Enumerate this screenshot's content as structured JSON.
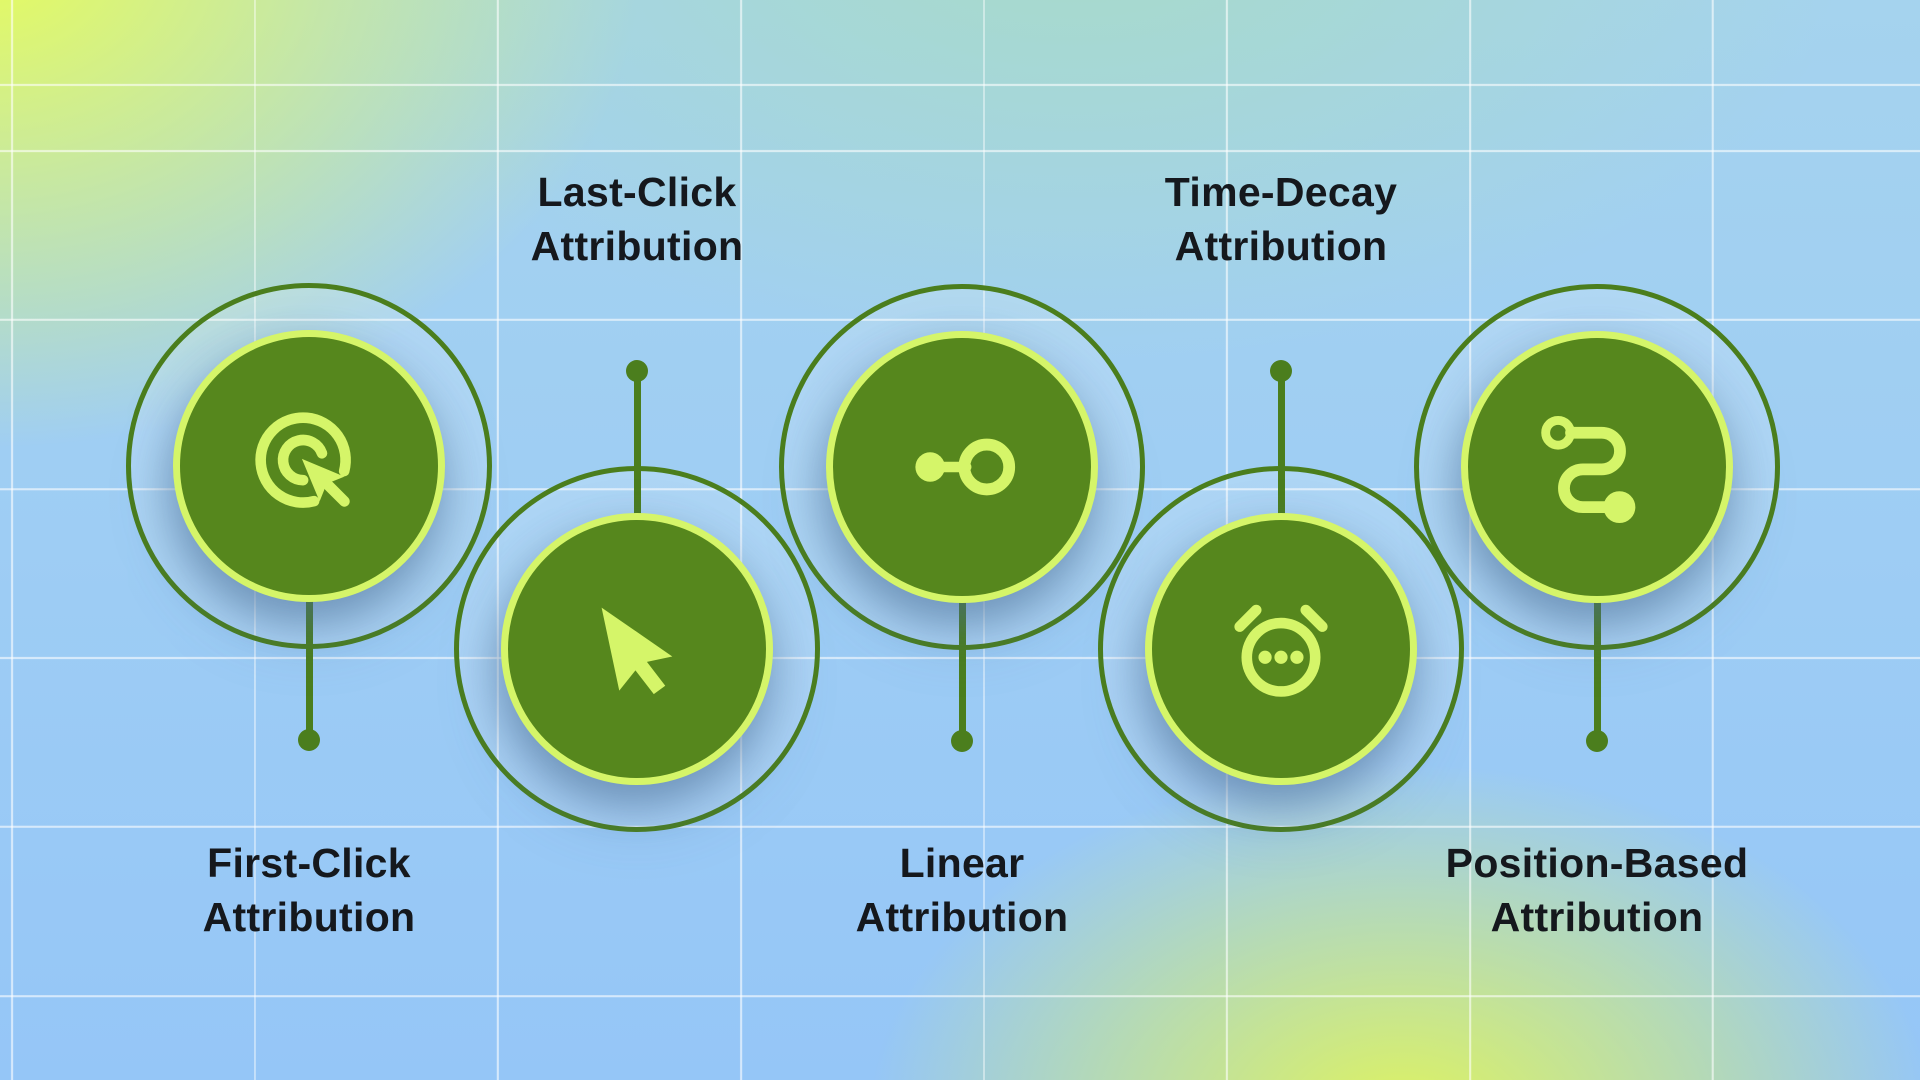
{
  "theme": {
    "disc-green": "#56871d",
    "lime": "#d5f569",
    "ring-green": "#4b7e1d",
    "text-dark": "#15181d"
  },
  "diagram": {
    "items": [
      {
        "label": "First-Click\nAttribution",
        "icon": "cursor-click-target-icon",
        "label_position": "below"
      },
      {
        "label": "Last-Click\nAttribution",
        "icon": "cursor-arrow-icon",
        "label_position": "above"
      },
      {
        "label": "Linear\nAttribution",
        "icon": "dot-link-circle-icon",
        "label_position": "below"
      },
      {
        "label": "Time-Decay\nAttribution",
        "icon": "alarm-clock-icon",
        "label_position": "above"
      },
      {
        "label": "Position-Based\nAttribution",
        "icon": "route-path-icon",
        "label_position": "below"
      }
    ]
  }
}
